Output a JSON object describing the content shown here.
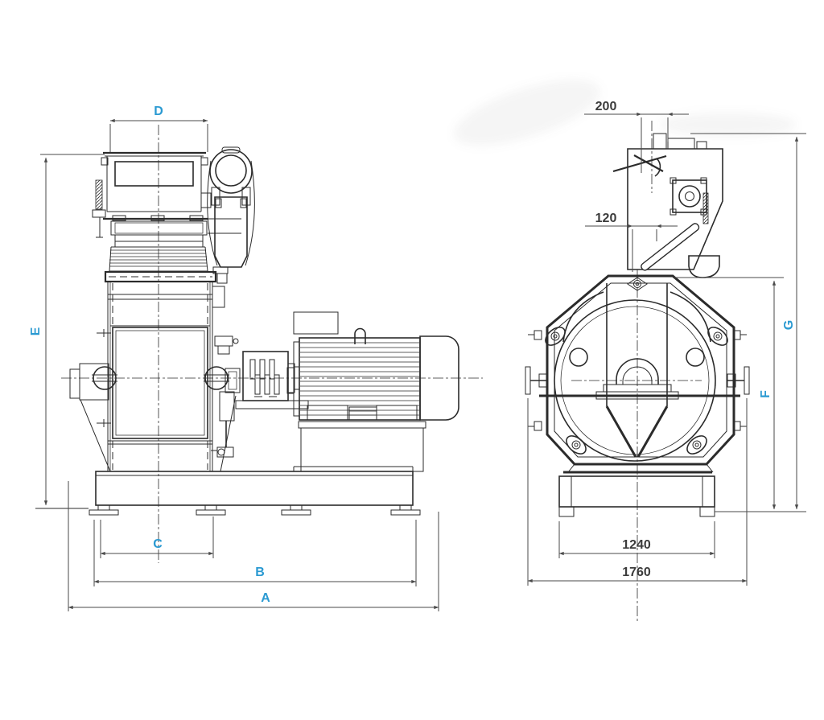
{
  "dims": {
    "A": "A",
    "B": "B",
    "C": "C",
    "D": "D",
    "E": "E",
    "F": "F",
    "G": "G"
  },
  "values": {
    "offset_200": "200",
    "offset_120": "120",
    "width_1240": "1240",
    "width_1760": "1760"
  },
  "colors": {
    "dimension_letter": "#2b9ad2",
    "dimension_number": "#3b3b3b",
    "drawing_line": "#2b2b2b",
    "background": "#ffffff"
  }
}
